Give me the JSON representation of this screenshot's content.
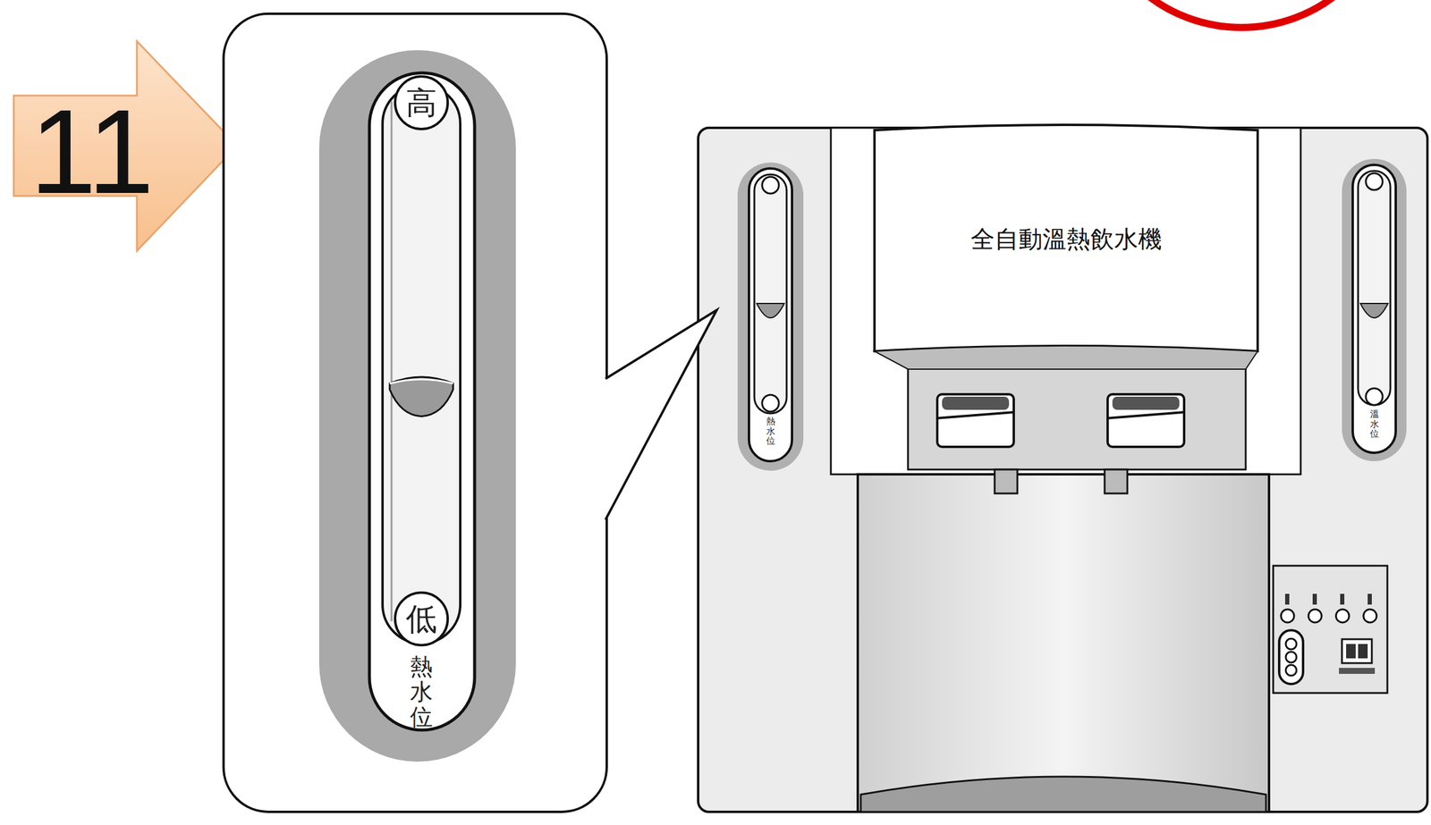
{
  "diagram": {
    "nodes": [
      {
        "text": [
          "11"
        ]
      },
      {
        "text": [
          "全自動溫熱飲水機"
        ]
      }
    ],
    "labels": [
      "高",
      "低",
      "熱水位",
      "熱水位",
      "溫水位"
    ]
  }
}
